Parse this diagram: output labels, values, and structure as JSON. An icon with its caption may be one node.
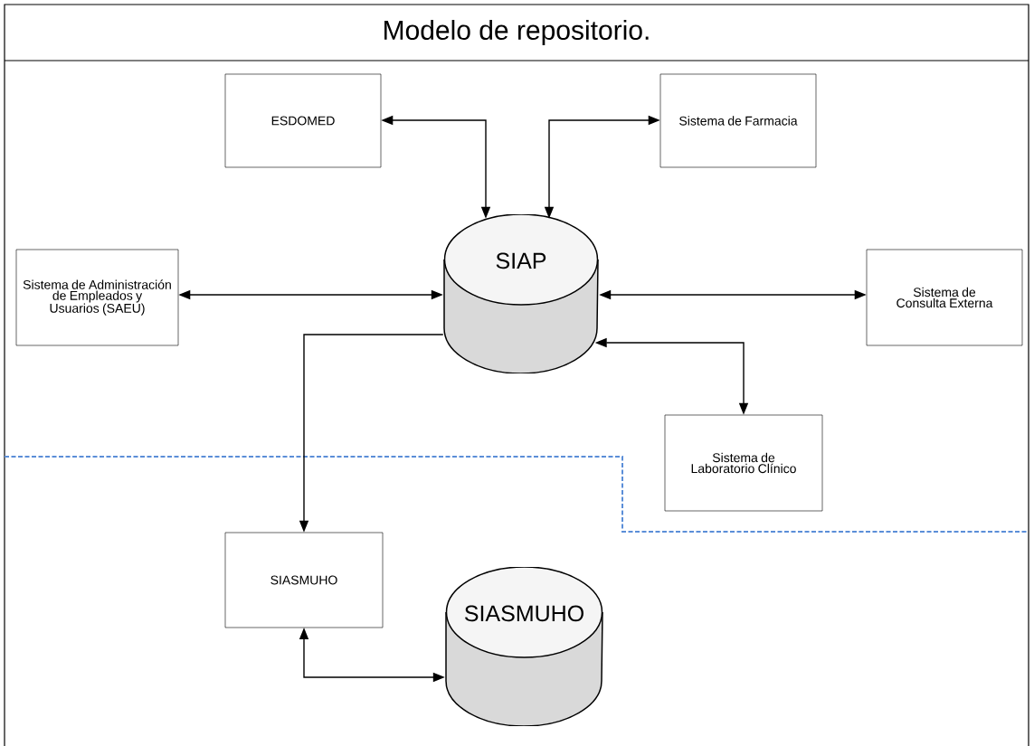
{
  "diagram": {
    "title": "Modelo de repositorio.",
    "nodes": [
      {
        "text": [
          "ESDOMED"
        ]
      },
      {
        "text": [
          "Sistema de Farmacia"
        ]
      },
      {
        "text": [
          "Sistema de Administración de Empleados y Usuarios (SAEU)"
        ]
      },
      {
        "text": [
          "SIAP"
        ]
      },
      {
        "text": [
          "Sistema de Consulta Externa"
        ]
      },
      {
        "text": [
          "Sistema de Laboratorio Clínico"
        ]
      },
      {
        "text": [
          "SIASMUHO"
        ]
      },
      {
        "text": [
          "SIASMUHO"
        ]
      }
    ],
    "edges": [
      {
        "from": 0,
        "to": 3,
        "arrow": "both"
      },
      {
        "from": 1,
        "to": 3,
        "arrow": "both"
      },
      {
        "from": 2,
        "to": 3,
        "arrow": "both"
      },
      {
        "from": 3,
        "to": 4,
        "arrow": "both"
      },
      {
        "from": 3,
        "to": 5,
        "arrow": "both"
      },
      {
        "from": 3,
        "to": 6,
        "arrow": "to"
      },
      {
        "from": 6,
        "to": 7,
        "arrow": "both"
      }
    ]
  }
}
